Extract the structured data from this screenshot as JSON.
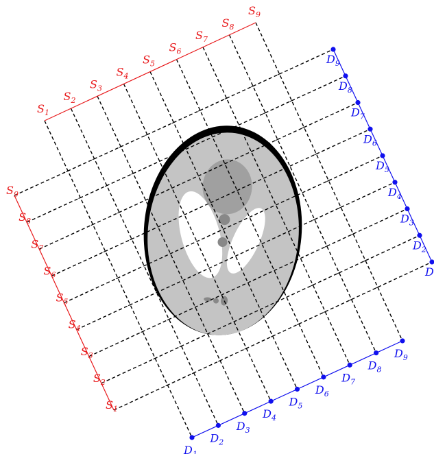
{
  "colors": {
    "source": "#e8191b",
    "detector": "#1010ee",
    "ray": "#000000",
    "skull": "#000000",
    "brain": "#c4c4c4",
    "ventricle": "#ffffff",
    "dark_region": "#a0a0a0",
    "small_spots": "#888888"
  },
  "source_array_top": {
    "labels": [
      {
        "main": "S",
        "sub": "1"
      },
      {
        "main": "S",
        "sub": "2"
      },
      {
        "main": "S",
        "sub": "3"
      },
      {
        "main": "S",
        "sub": "4"
      },
      {
        "main": "S",
        "sub": "5"
      },
      {
        "main": "S",
        "sub": "6"
      },
      {
        "main": "S",
        "sub": "7"
      },
      {
        "main": "S",
        "sub": "8"
      },
      {
        "main": "S",
        "sub": "9"
      }
    ]
  },
  "source_array_left": {
    "labels": [
      {
        "main": "S",
        "sub": "1"
      },
      {
        "main": "S",
        "sub": "2"
      },
      {
        "main": "S",
        "sub": "3"
      },
      {
        "main": "S",
        "sub": "4"
      },
      {
        "main": "S",
        "sub": "5"
      },
      {
        "main": "S",
        "sub": "6"
      },
      {
        "main": "S",
        "sub": "7"
      },
      {
        "main": "S",
        "sub": "8"
      },
      {
        "main": "S",
        "sub": "9"
      }
    ]
  },
  "detector_array_bottom": {
    "labels": [
      {
        "main": "D",
        "sub": "1"
      },
      {
        "main": "D",
        "sub": "2"
      },
      {
        "main": "D",
        "sub": "3"
      },
      {
        "main": "D",
        "sub": "4"
      },
      {
        "main": "D",
        "sub": "5"
      },
      {
        "main": "D",
        "sub": "6"
      },
      {
        "main": "D",
        "sub": "7"
      },
      {
        "main": "D",
        "sub": "8"
      },
      {
        "main": "D",
        "sub": "9"
      }
    ]
  },
  "detector_array_right": {
    "labels": [
      {
        "main": "D",
        "sub": ""
      },
      {
        "main": "D",
        "sub": "2"
      },
      {
        "main": "D",
        "sub": "3"
      },
      {
        "main": "D",
        "sub": "4"
      },
      {
        "main": "D",
        "sub": "5"
      },
      {
        "main": "D",
        "sub": "6"
      },
      {
        "main": "D",
        "sub": "7"
      },
      {
        "main": "D",
        "sub": "8"
      },
      {
        "main": "D",
        "sub": "9"
      }
    ]
  },
  "phantom": {
    "shape": "Shepp-Logan head phantom",
    "ventricles": 2,
    "small_spots": 5
  }
}
